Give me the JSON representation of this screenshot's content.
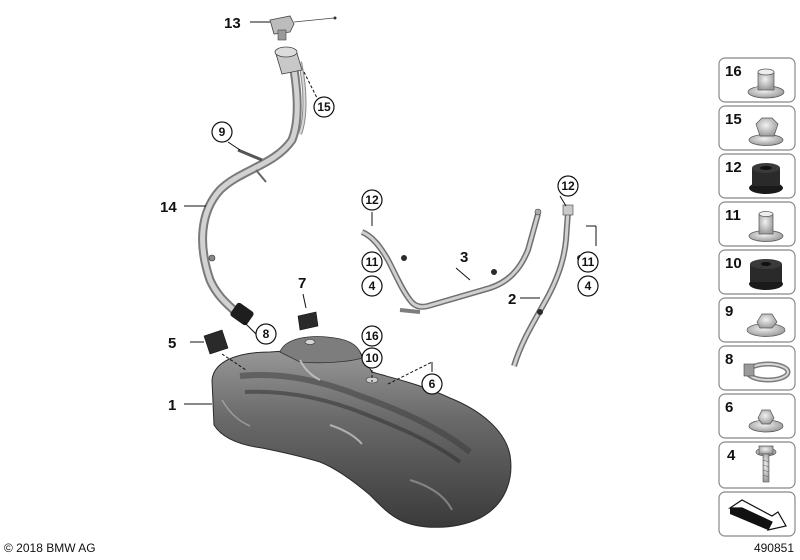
{
  "callouts": {
    "c1": "1",
    "c2": "2",
    "c3": "3",
    "c4a": "4",
    "c4b": "4",
    "c5": "5",
    "c6": "6",
    "c7": "7",
    "c8": "8",
    "c9": "9",
    "c10": "10",
    "c11a": "11",
    "c11b": "11",
    "c12a": "12",
    "c12b": "12",
    "c13": "13",
    "c14": "14",
    "c15": "15",
    "c16": "16"
  },
  "parts_panel": [
    "16",
    "15",
    "12",
    "11",
    "10",
    "9",
    "8",
    "6",
    "4"
  ],
  "footer": {
    "copyright": "© 2018 BMW AG",
    "diagram_id": "490851"
  },
  "colors": {
    "tank": "#5c5c5c",
    "tank_light": "#9a9a9a",
    "pipe": "#b9b9b9",
    "panel_border": "#888888",
    "hardware": "#c8c8c8",
    "rubber": "#1a1a1a"
  }
}
